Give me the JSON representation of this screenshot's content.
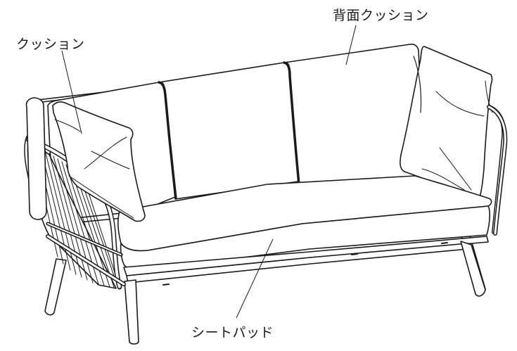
{
  "labels": {
    "back_cushion": "背面クッション",
    "cushion": "クッション",
    "seat_pad": "シートパッド"
  },
  "colors": {
    "line": "#1a1a1a",
    "fill": "#ffffff"
  }
}
